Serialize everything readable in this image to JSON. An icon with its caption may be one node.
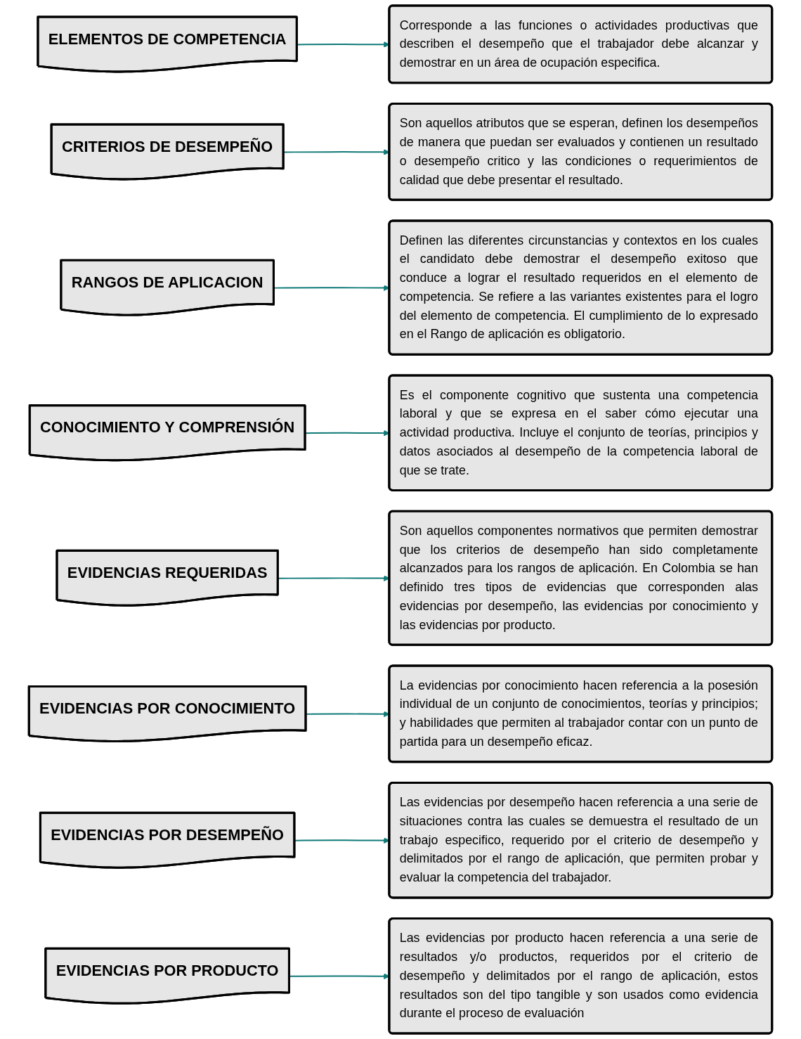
{
  "diagram": {
    "nodes": [
      {
        "text": [
          "ELEMENTOS DE COMPETENCIA"
        ]
      },
      {
        "text": [
          "Corresponde a las funciones o actividades productivas que describen el desempeño que el trabajador debe alcanzar y demostrar en un área de ocupación especifica."
        ]
      },
      {
        "text": [
          "CRITERIOS DE DESEMPEÑO"
        ]
      },
      {
        "text": [
          "Son aquellos atributos que se esperan, definen los desempeños de manera que puedan ser evaluados y contienen un resultado o desempeño critico y las condiciones o requerimientos de calidad que debe presentar el resultado."
        ]
      },
      {
        "text": [
          "RANGOS DE APLICACION"
        ]
      },
      {
        "text": [
          "Definen las diferentes circunstancias y contextos en los cuales el candidato debe demostrar el desempeño exitoso que conduce a lograr el resultado requeridos en el elemento de competencia. Se refiere a las variantes existentes para el logro del elemento de competencia. El cumplimiento de lo expresado en el Rango de aplicación es obligatorio."
        ]
      },
      {
        "text": [
          "CONOCIMIENTO Y COMPRENSIÓN"
        ]
      },
      {
        "text": [
          "Es el componente cognitivo que sustenta una competencia laboral y que se expresa en el saber cómo ejecutar una actividad productiva. Incluye el conjunto de teorías, principios y datos asociados al desempeño de la competencia laboral de que se trate."
        ]
      },
      {
        "text": [
          "EVIDENCIAS REQUERIDAS"
        ]
      },
      {
        "text": [
          "Son aquellos componentes normativos que permiten demostrar que los criterios de desempeño han sido completamente alcanzados para los rangos de aplicación. En Colombia se han definido tres tipos de evidencias que corresponden alas evidencias por desempeño, las evidencias por conocimiento y las evidencias por producto."
        ]
      },
      {
        "text": [
          "EVIDENCIAS POR CONOCIMIENTO"
        ]
      },
      {
        "text": [
          "La evidencias por conocimiento hacen referencia a la posesión individual de un conjunto de conocimientos, teorías y principios; y habilidades que permiten al trabajador contar con un punto de partida para un desempeño eficaz."
        ]
      },
      {
        "text": [
          "EVIDENCIAS POR DESEMPEÑO"
        ]
      },
      {
        "text": [
          "Las evidencias por desempeño hacen referencia a una serie de situaciones contra las cuales se demuestra el resultado de un trabajo especifico, requerido por el criterio de desempeño y delimitados por el rango de aplicación, que permiten probar y evaluar la competencia del trabajador."
        ]
      },
      {
        "text": [
          "EVIDENCIAS POR PRODUCTO"
        ]
      },
      {
        "text": [
          "Las evidencias por producto hacen referencia a una serie de resultados y/o productos, requeridos por el criterio de desempeño y delimitados por el rango de aplicación, estos resultados son del tipo tangible y son usados como evidencia durante el proceso de evaluación"
        ]
      }
    ],
    "edges": [
      {
        "from": 0,
        "to": 1,
        "arrow": "to"
      },
      {
        "from": 2,
        "to": 3,
        "arrow": "to"
      },
      {
        "from": 4,
        "to": 5,
        "arrow": "to"
      },
      {
        "from": 6,
        "to": 7,
        "arrow": "to"
      },
      {
        "from": 8,
        "to": 9,
        "arrow": "to"
      },
      {
        "from": 10,
        "to": 11,
        "arrow": "to"
      },
      {
        "from": 12,
        "to": 13,
        "arrow": "to"
      },
      {
        "from": 14,
        "to": 15,
        "arrow": "to"
      }
    ]
  }
}
